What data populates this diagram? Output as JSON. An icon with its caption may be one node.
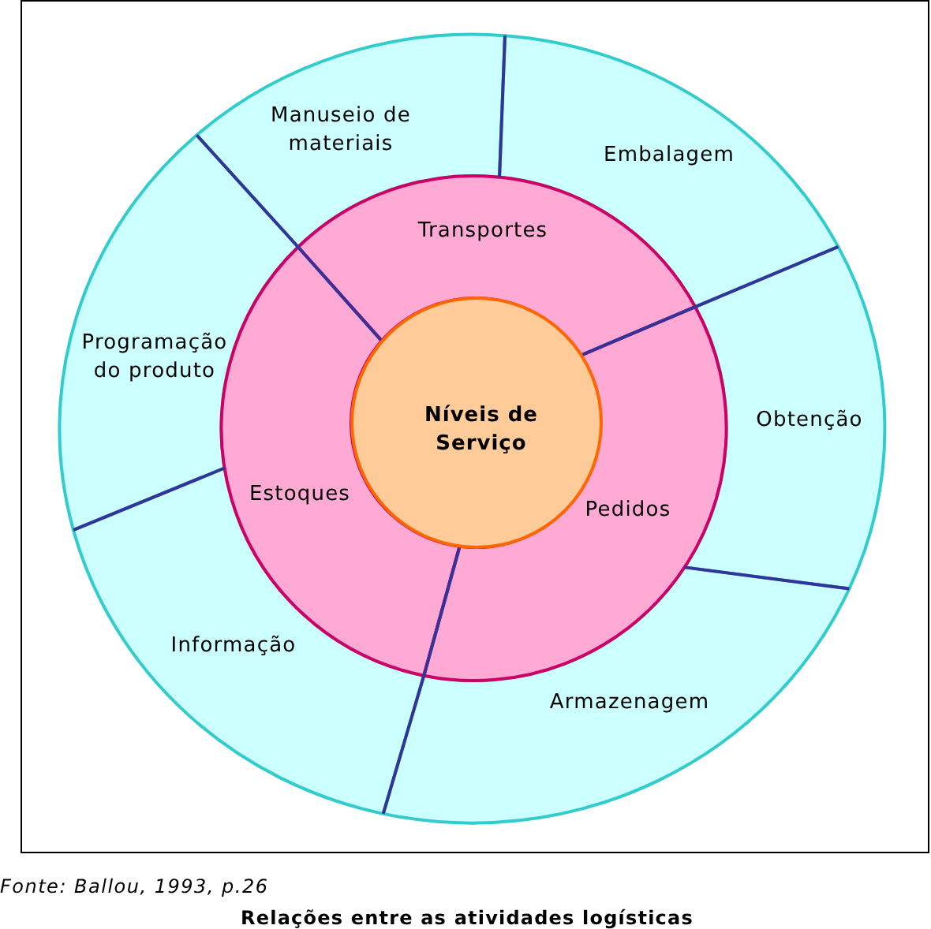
{
  "diagram": {
    "caption": "Relações entre as atividades logísticas",
    "nodes": [
      {
        "text": [
          "Manuseio de materiais"
        ]
      },
      {
        "text": [
          "Embalagem"
        ]
      },
      {
        "text": [
          "Transportes"
        ]
      },
      {
        "text": [
          "Programação do produto"
        ]
      },
      {
        "text": [
          "Obtenção"
        ]
      },
      {
        "text": [
          "Níveis de Serviço"
        ]
      },
      {
        "text": [
          "Estoques"
        ]
      },
      {
        "text": [
          "Pedidos"
        ]
      },
      {
        "text": [
          "Informação"
        ]
      },
      {
        "text": [
          "Armazenagem"
        ]
      }
    ],
    "labels": [
      "Fonte: Ballou, 1993, p.26"
    ]
  }
}
